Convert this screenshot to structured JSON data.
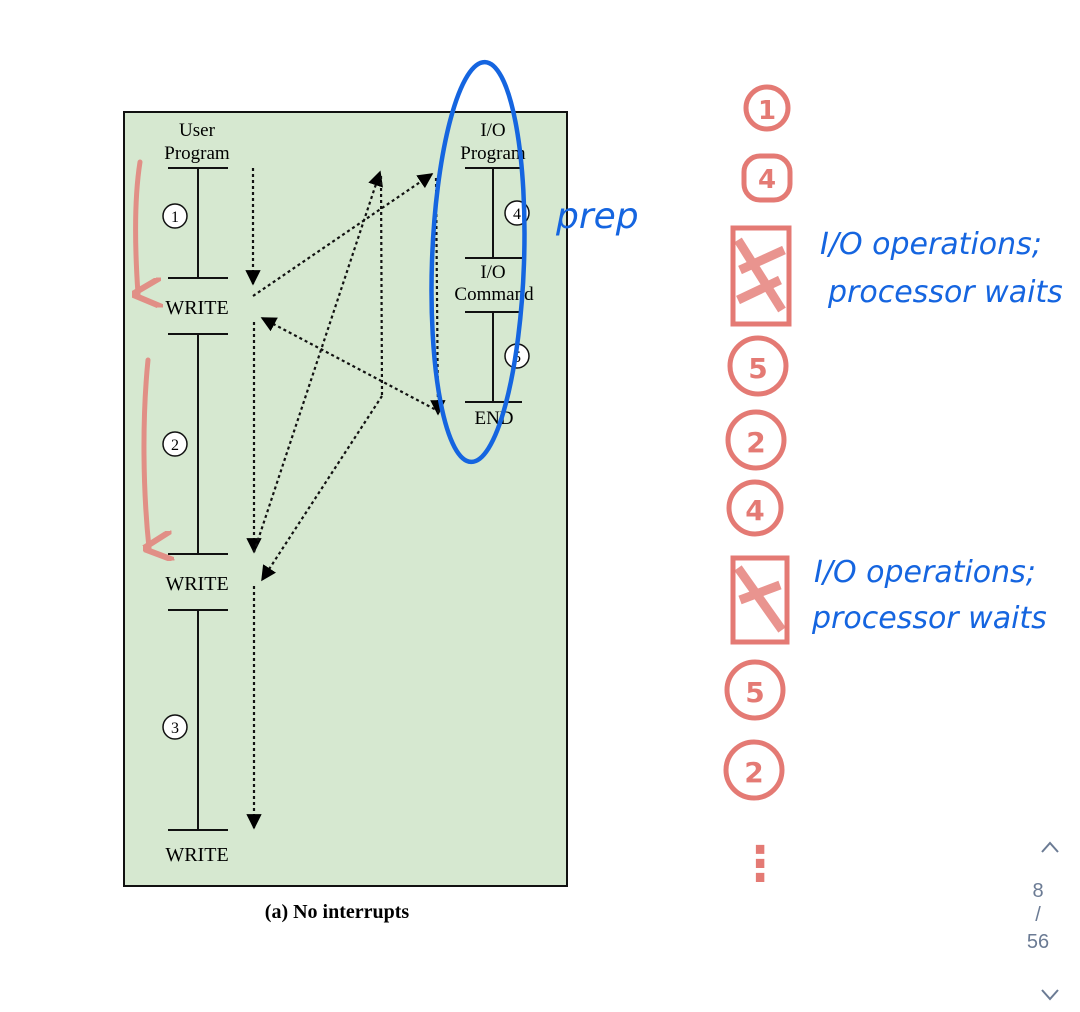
{
  "diagram": {
    "labels": {
      "user_program_line1": "User",
      "user_program_line2": "Program",
      "io_program_line1": "I/O",
      "io_program_line2": "Program",
      "io_command_line1": "I/O",
      "io_command_line2": "Command",
      "end": "END",
      "write": "WRITE",
      "caption": "(a) No interrupts"
    },
    "steps": [
      "1",
      "2",
      "3",
      "4",
      "5"
    ],
    "background_color": "#d6e8d0"
  },
  "annotations": {
    "prep": "prep",
    "io_wait_1_line1": "I/O operations;",
    "io_wait_1_line2": "processor waits",
    "io_wait_2_line1": "I/O operations;",
    "io_wait_2_line2": "processor waits",
    "sequence": [
      "1",
      "4",
      "",
      "5",
      "2",
      "4",
      "",
      "5",
      "2"
    ],
    "ellipsis": "⋮",
    "pen_blue": "#1565e0",
    "pen_red": "#e47a74"
  },
  "pager": {
    "current": "8",
    "separator": "/",
    "total": "56",
    "up_icon": "chevron-up-icon",
    "down_icon": "chevron-down-icon"
  }
}
